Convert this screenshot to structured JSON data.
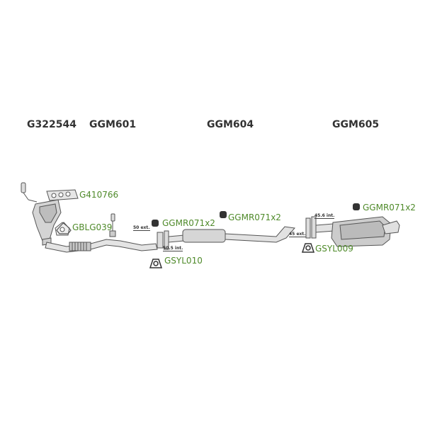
{
  "headers": {
    "h1": "G322544",
    "h2": "GGM601",
    "h3": "GGM604",
    "h4": "GGM605"
  },
  "parts": {
    "gasket": "G410766",
    "flange": "GBLG039",
    "mount1": "GGMR071x2",
    "mount2": "GGMR071x2",
    "mount3": "GGMR071x2",
    "clamp1": "GSYL010",
    "clamp2": "GSYL009"
  },
  "dims": {
    "d1": "50 ext.",
    "d2": "50.5 int.",
    "d3": "45 ext.",
    "d4": "45.6 int."
  },
  "colors": {
    "part_label": "#4f8a2a",
    "header": "#333333",
    "line": "#555555"
  }
}
